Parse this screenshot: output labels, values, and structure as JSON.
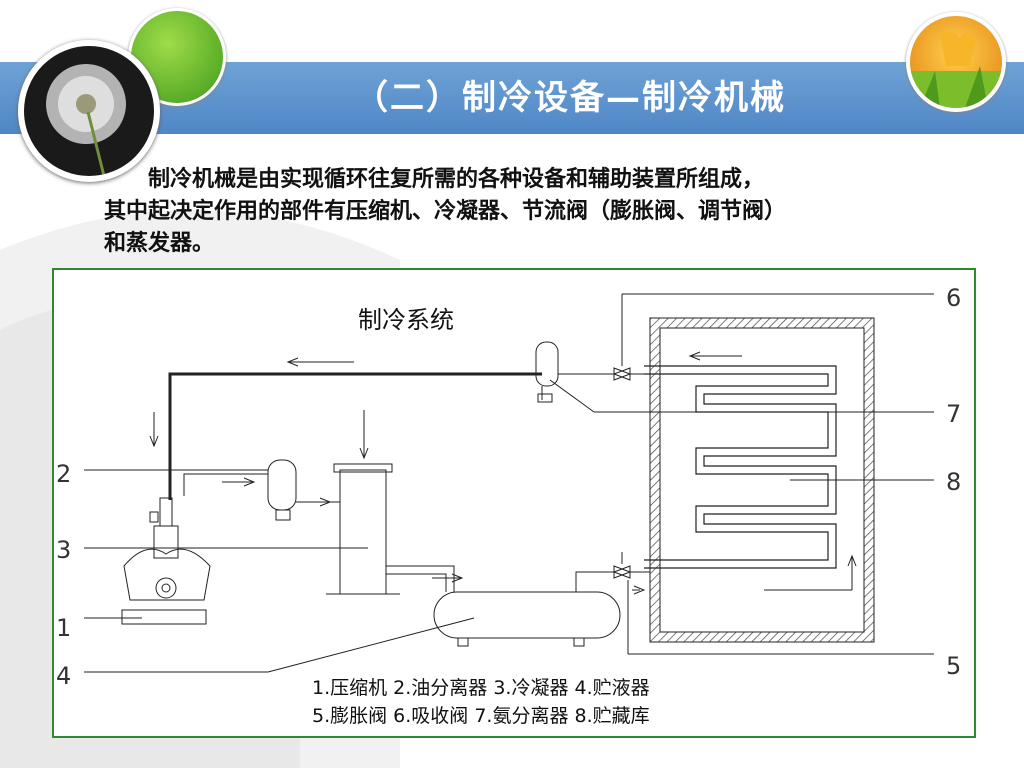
{
  "header": {
    "title": "（二）制冷设备—制冷机械"
  },
  "intro": {
    "line1": "制冷机械是由实现循环往复所需的各种设备和辅助装置所组成，",
    "line2": "其中起决定作用的部件有压缩机、冷凝器、节流阀（膨胀阀、调节阀）",
    "line3": "和蒸发器。"
  },
  "diagram": {
    "title": "制冷系统",
    "callouts": [
      "1",
      "2",
      "3",
      "4",
      "5",
      "6",
      "7",
      "8"
    ],
    "legend_line1": "1.压缩机  2.油分离器  3.冷凝器  4.贮液器",
    "legend_line2": "5.膨胀阀  6.吸收阀  7.氨分离器  8.贮藏库"
  },
  "colors": {
    "banner": "#4f86c6",
    "frame": "#2f8a2f",
    "green_circle": "#5fb82a",
    "orange_circle": "#f2a22a"
  },
  "icons": [
    "dandelion-image",
    "green-circle-decor",
    "tulip-image"
  ]
}
